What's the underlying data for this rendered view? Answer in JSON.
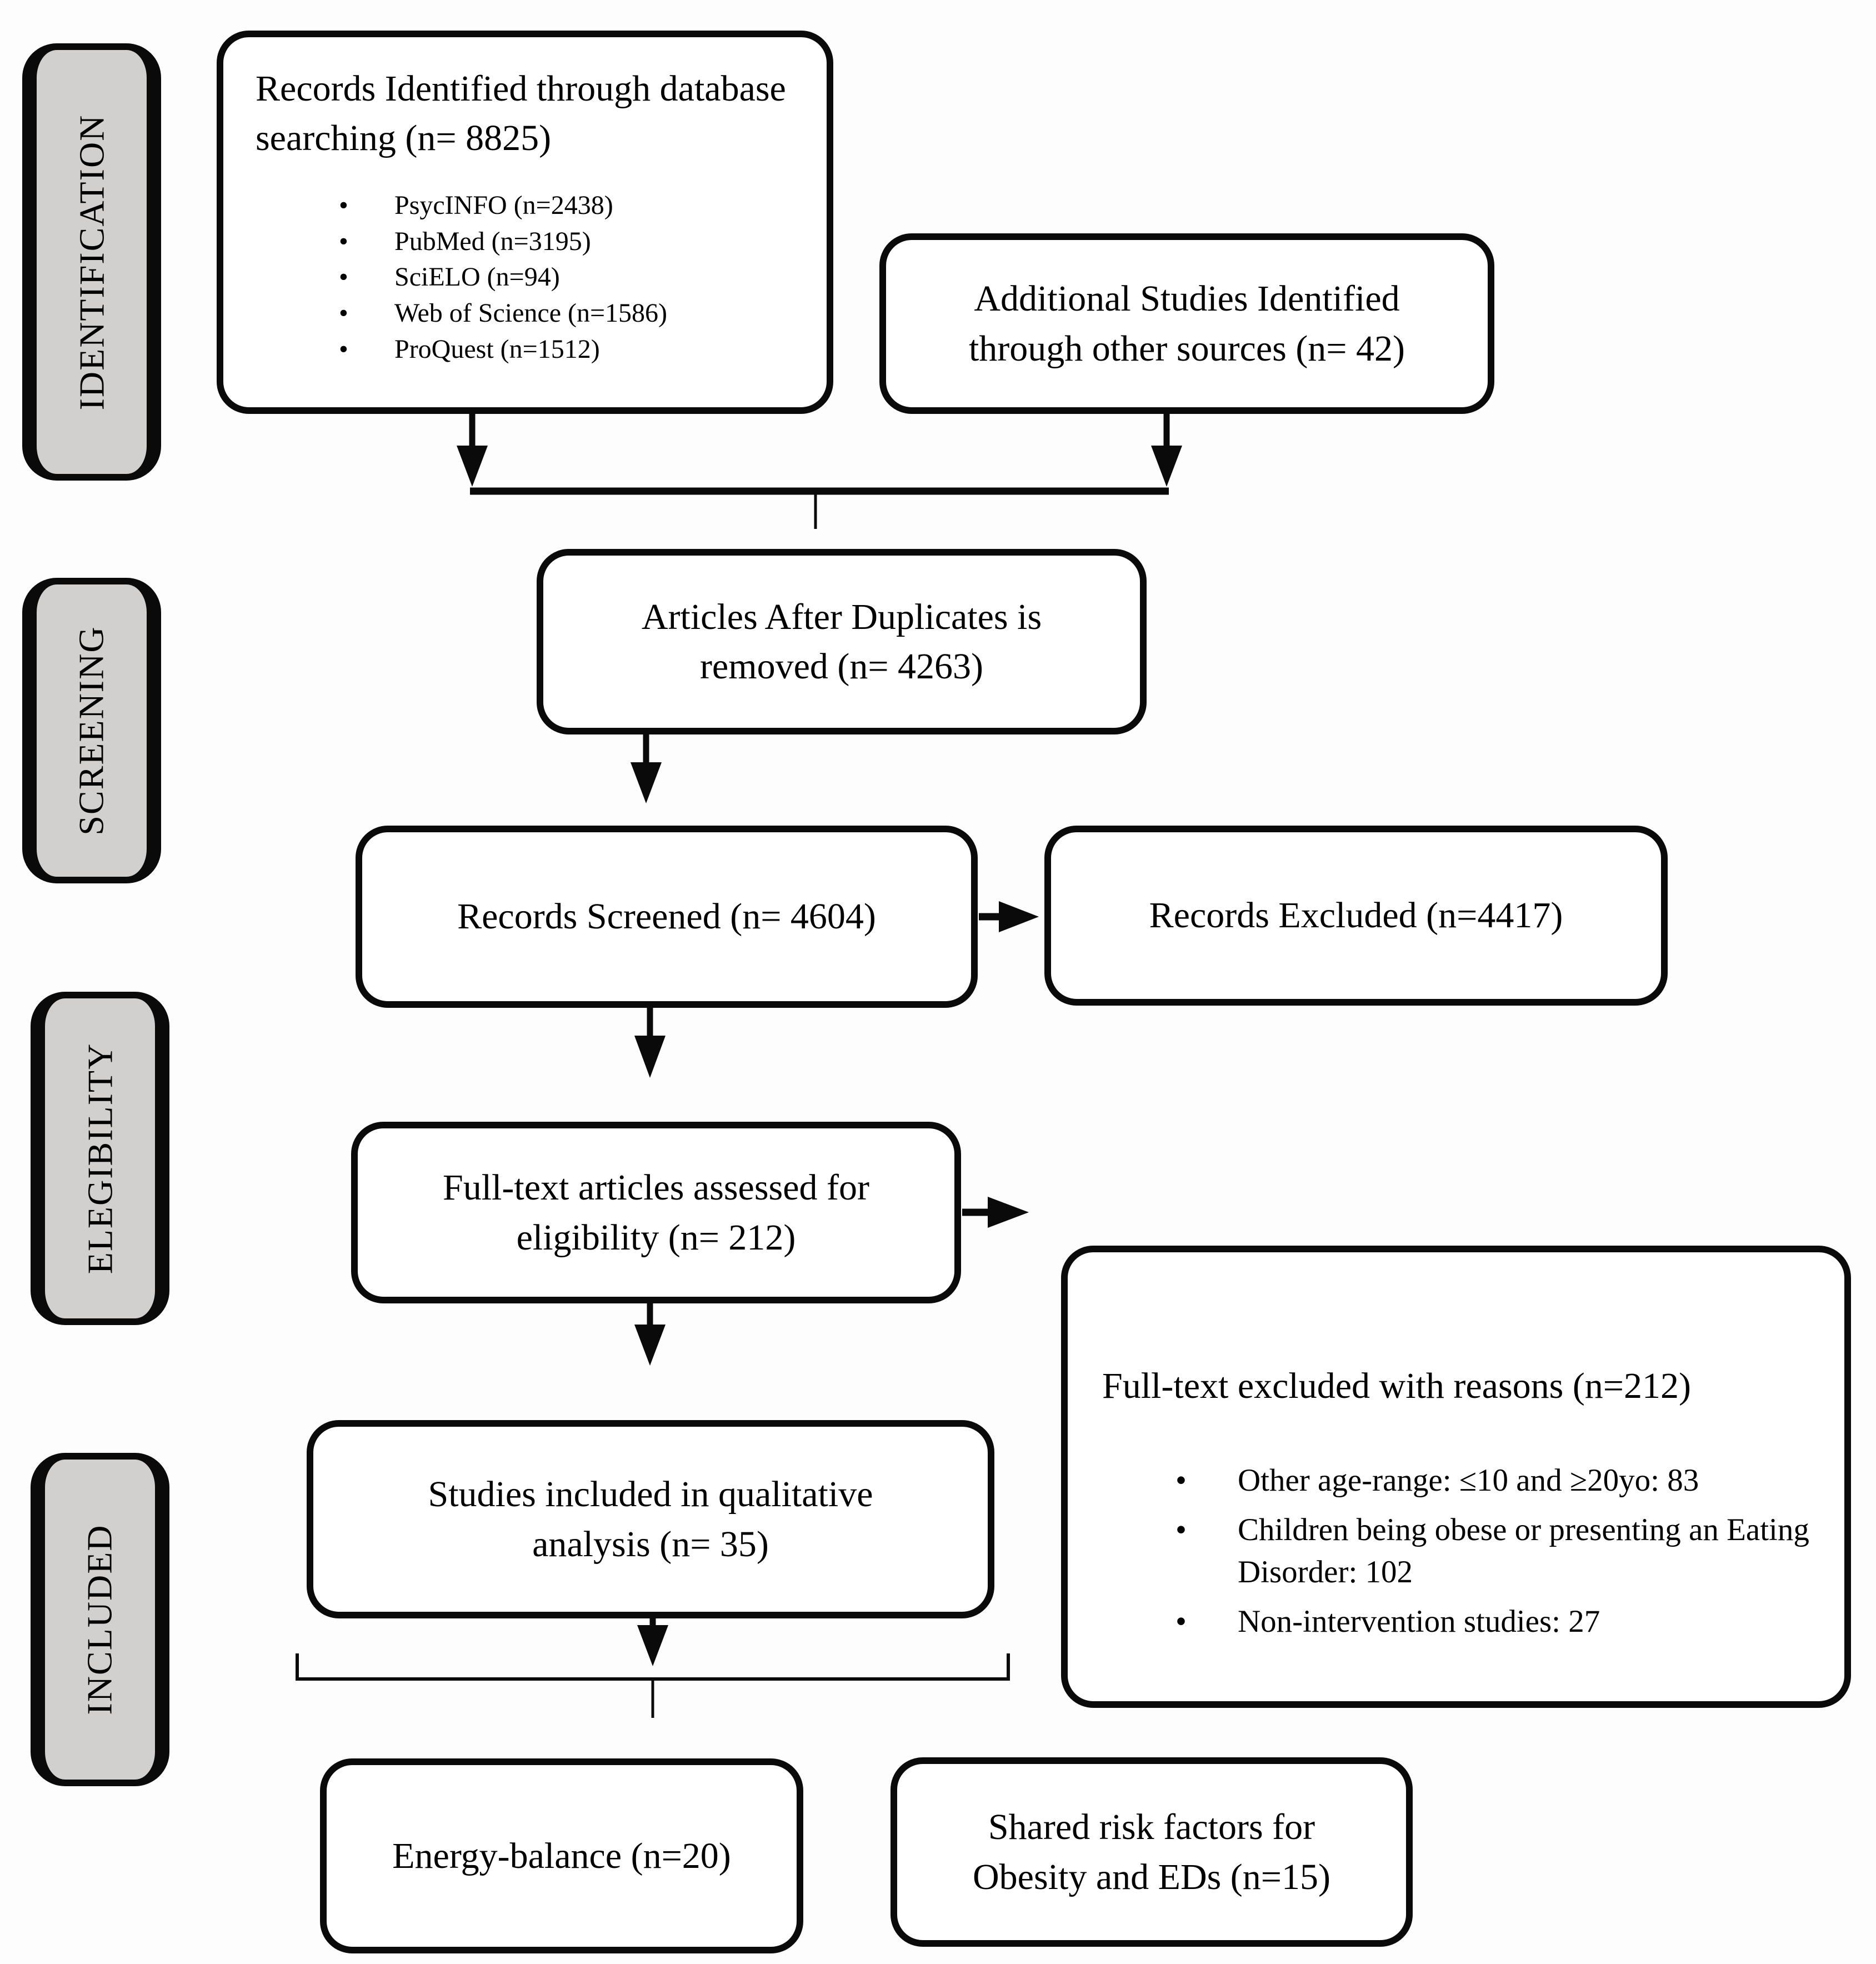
{
  "sidebar": {
    "stages": [
      {
        "label": "IDENTIFICATION"
      },
      {
        "label": "SCREENING"
      },
      {
        "label": "ELEGIBILITY"
      },
      {
        "label": "INCLUDED"
      }
    ]
  },
  "flow": {
    "records_identified": {
      "title": "Records Identified through database searching (n= 8825)",
      "sources": [
        "PsycINFO (n=2438)",
        "PubMed (n=3195)",
        "SciELO (n=94)",
        "Web of Science (n=1586)",
        "ProQuest (n=1512)"
      ]
    },
    "additional_studies": {
      "title": "Additional Studies Identified through other sources (n= 42)"
    },
    "articles_after_duplicates": {
      "title": "Articles After Duplicates is removed (n= 4263)"
    },
    "records_screened": {
      "title": "Records Screened (n= 4604)"
    },
    "records_excluded": {
      "title": "Records Excluded (n=4417)"
    },
    "fulltext_assessed": {
      "title": "Full-text articles assessed for eligibility (n= 212)"
    },
    "fulltext_excluded": {
      "title": "Full-text excluded with reasons (n=212)",
      "reasons": [
        "Other age-range: ≤10 and ≥20yo: 83",
        "Children being obese or presenting an Eating Disorder: 102",
        "Non-intervention studies: 27"
      ]
    },
    "studies_included": {
      "title": "Studies included in qualitative analysis (n= 35)"
    },
    "energy_balance": {
      "title": "Energy-balance (n=20)"
    },
    "shared_risk": {
      "title": "Shared risk factors for Obesity and EDs (n=15)"
    }
  },
  "icons": {
    "bullet": "•"
  },
  "colors": {
    "background": "#fdfdfd",
    "stage_fill": "#d2cfcf",
    "box_fill": "#ffffff",
    "line": "#0a0a0a"
  }
}
